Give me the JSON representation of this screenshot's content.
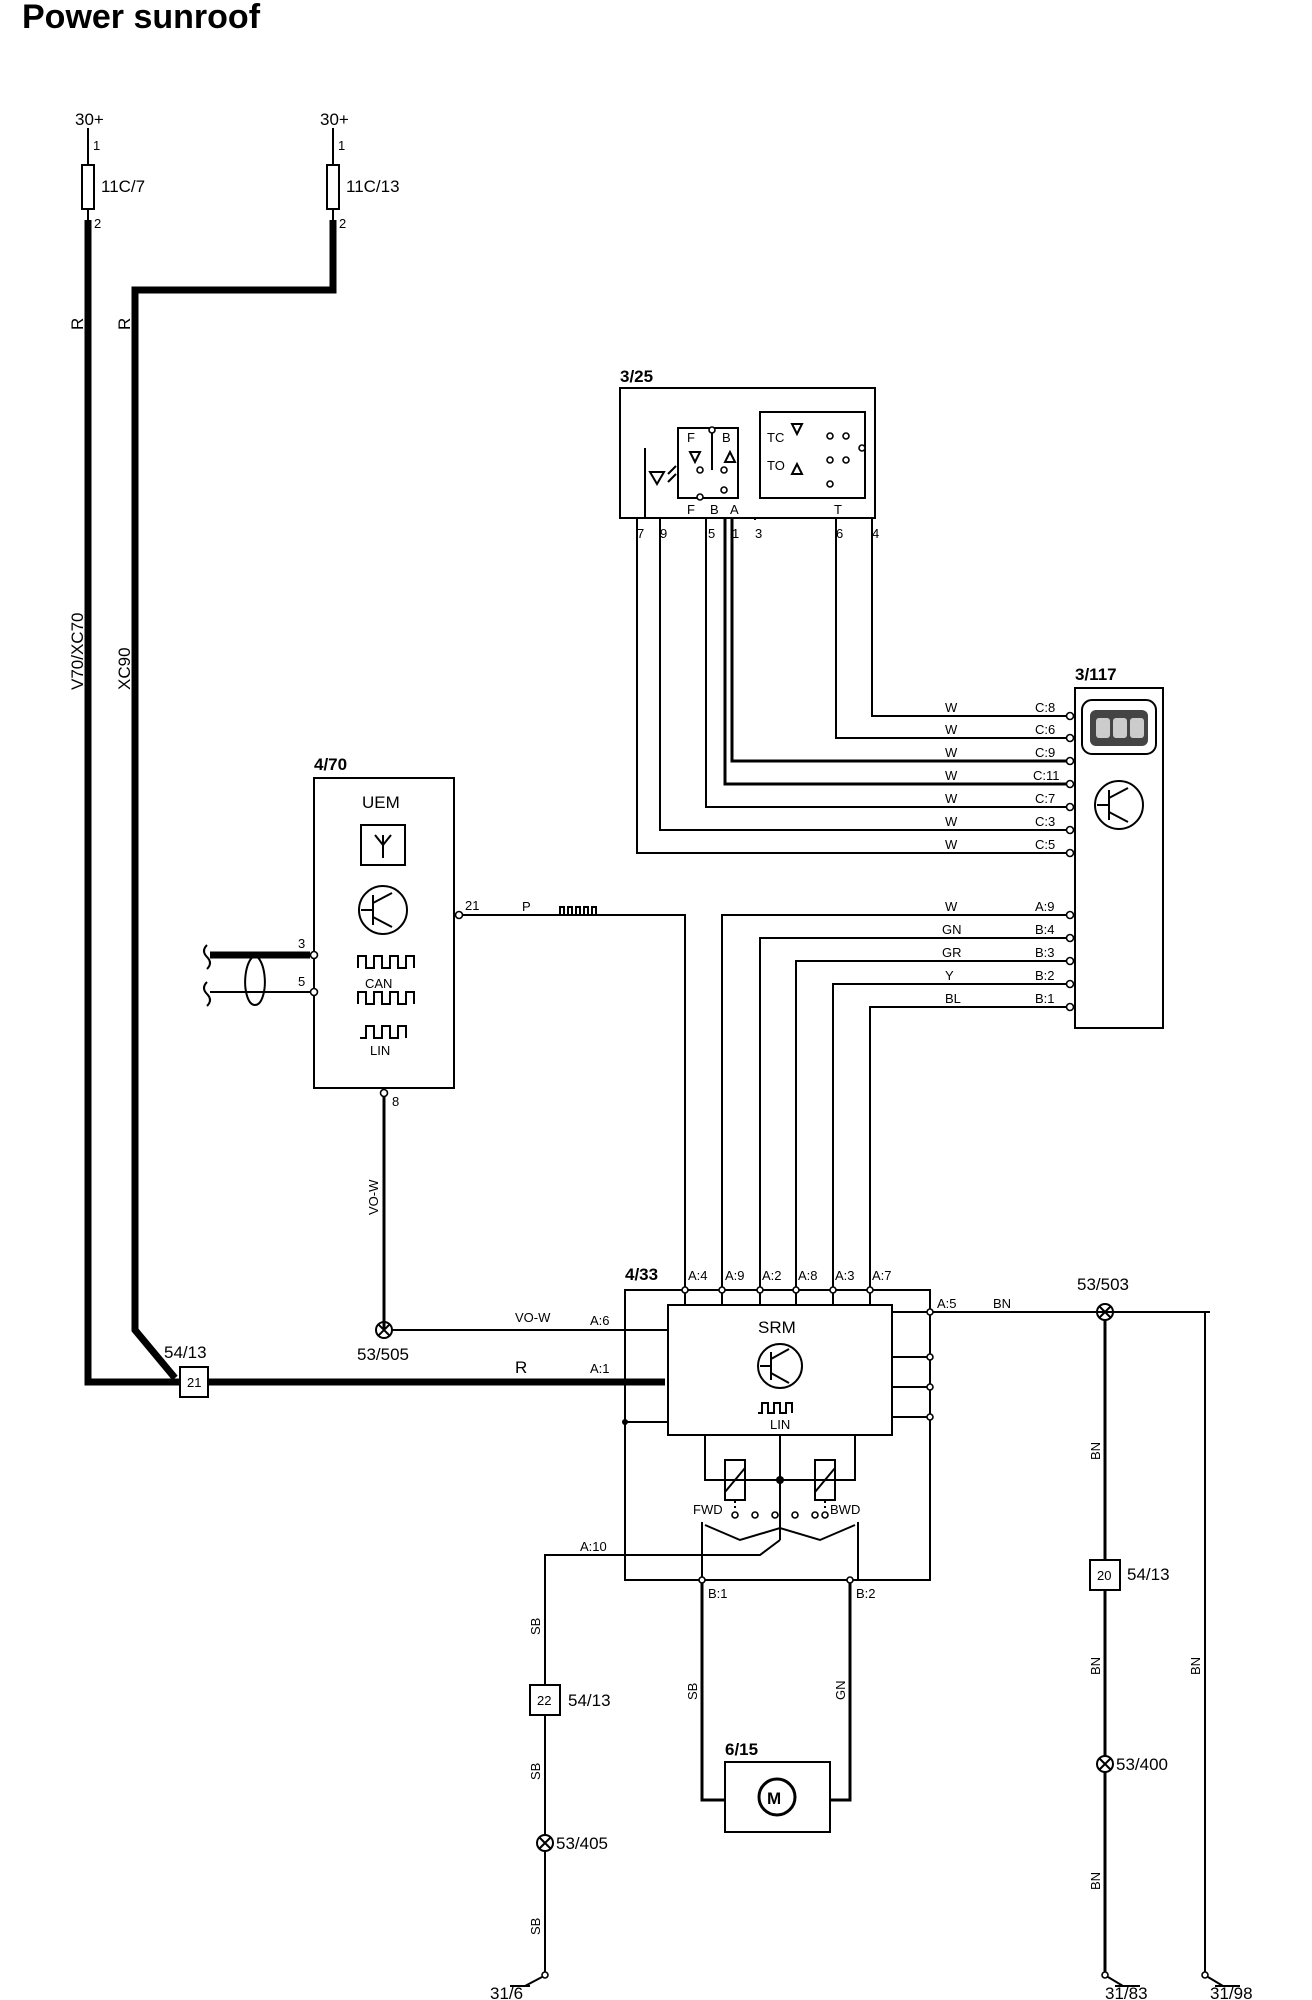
{
  "title": "Power sunroof",
  "supplies": {
    "left": "30+",
    "right": "30+"
  },
  "fuses": {
    "left": "11C/7",
    "right": "11C/13",
    "pin_in": "1",
    "pin_out": "2"
  },
  "wire_labels": {
    "r": "R",
    "v70": "V70/XC70",
    "xc90": "XC90",
    "p": "P",
    "vow": "VO-W",
    "w": "W",
    "gn": "GN",
    "gr": "GR",
    "y": "Y",
    "bl": "BL",
    "bn": "BN",
    "sb": "SB"
  },
  "components": {
    "switch": {
      "id": "3/25",
      "terminals": [
        "F",
        "B",
        "A",
        "T"
      ],
      "pins": [
        "7",
        "9",
        "5",
        "1",
        "3",
        "6",
        "4"
      ],
      "inner": [
        "F",
        "B",
        "TC",
        "TO"
      ]
    },
    "roof_console": {
      "id": "3/117",
      "pins_c": [
        "C:8",
        "C:6",
        "C:9",
        "C:11",
        "C:7",
        "C:3",
        "C:5"
      ],
      "pins_ab": [
        "A:9",
        "B:4",
        "B:3",
        "B:2",
        "B:1"
      ]
    },
    "uem": {
      "id": "4/70",
      "name": "UEM",
      "can": "CAN",
      "lin": "LIN",
      "pins": [
        "21",
        "3",
        "5",
        "8"
      ]
    },
    "srm": {
      "id": "4/33",
      "name": "SRM",
      "lin": "LIN",
      "top_pins": [
        "A:4",
        "A:9",
        "A:2",
        "A:8",
        "A:3",
        "A:7"
      ],
      "left_pins": [
        "A:6",
        "A:1",
        "A:10"
      ],
      "right_pin": "A:5",
      "bottom_pins": [
        "B:1",
        "B:2"
      ],
      "fwd": "FWD",
      "bwd": "BWD"
    },
    "motor": {
      "id": "6/15",
      "symbol": "M"
    }
  },
  "connectors": {
    "c21": {
      "num": "21",
      "label": "54/13"
    },
    "c20": {
      "num": "20",
      "label": "54/13"
    },
    "c22": {
      "num": "22",
      "label": "54/13"
    }
  },
  "splices": {
    "s505": "53/505",
    "s503": "53/503",
    "s400": "53/400",
    "s405": "53/405"
  },
  "grounds": {
    "g6": "31/6",
    "g83": "31/83",
    "g98": "31/98"
  }
}
